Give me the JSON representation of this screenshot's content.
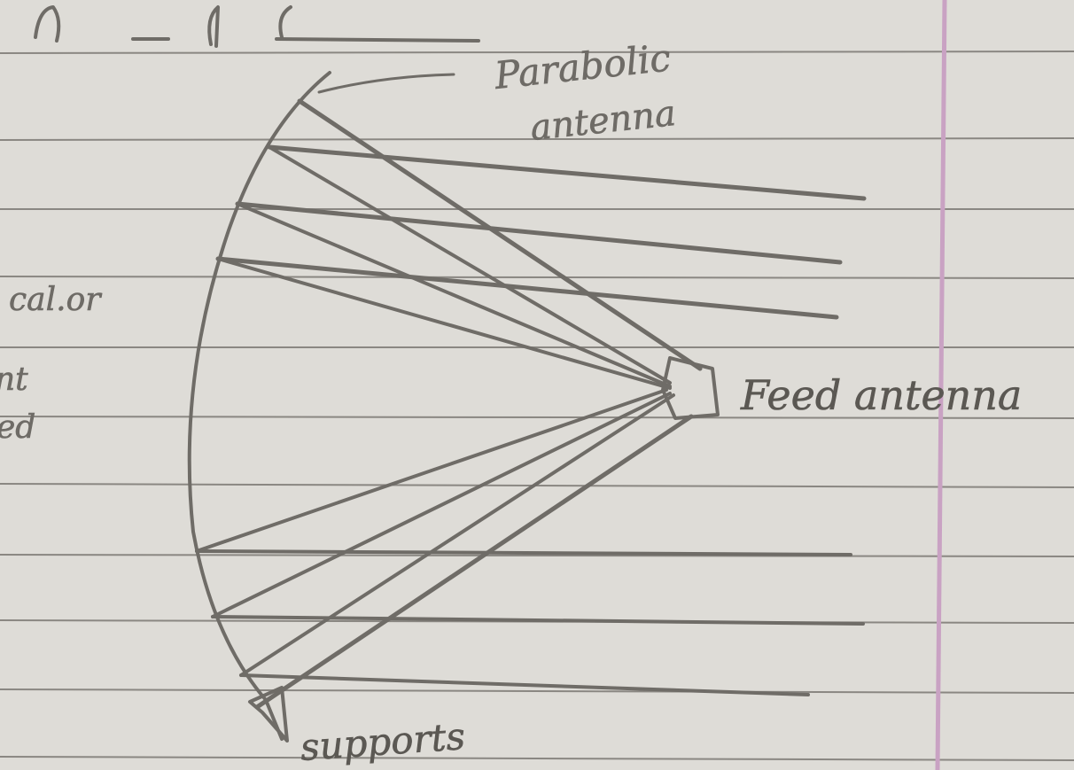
{
  "labels": {
    "parabolic_line1": "Parabolic",
    "parabolic_line2": "antenna",
    "feed_antenna": "Feed antenna",
    "supports": "supports",
    "left_fragment_1": "cal.or",
    "left_fragment_2": "nt",
    "left_fragment_3": "ed"
  },
  "colors": {
    "paper": "#dcd9d4",
    "ruled_line": "#8a8782",
    "margin_line": "#c9a2c3",
    "pencil": "#6f6c67"
  }
}
